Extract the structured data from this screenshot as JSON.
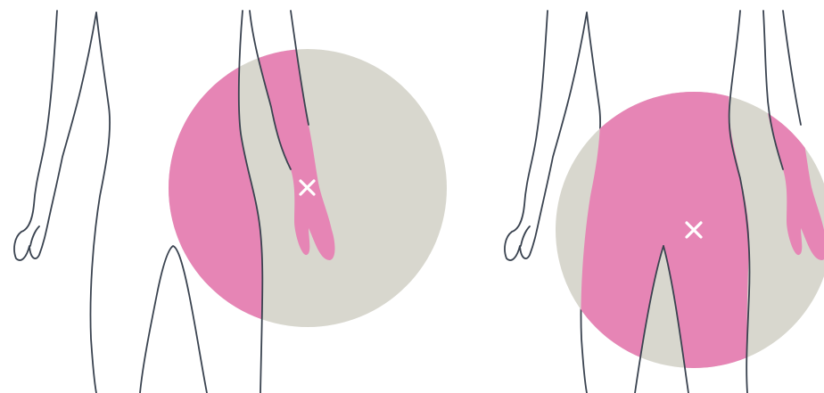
{
  "colors": {
    "background": "#ffffff",
    "outline": "#3a4350",
    "highlight": "#e685b5",
    "circle_fill": "#d8d7ce",
    "marker": "#ffffff"
  },
  "panels": [
    {
      "name": "left-panel",
      "marker_icon": "x-marker-icon",
      "highlighted_regions": [
        "arm",
        "hand",
        "torso-side"
      ]
    },
    {
      "name": "right-panel",
      "marker_icon": "x-marker-icon",
      "highlighted_regions": [
        "torso",
        "thighs",
        "arm",
        "hand"
      ]
    }
  ]
}
